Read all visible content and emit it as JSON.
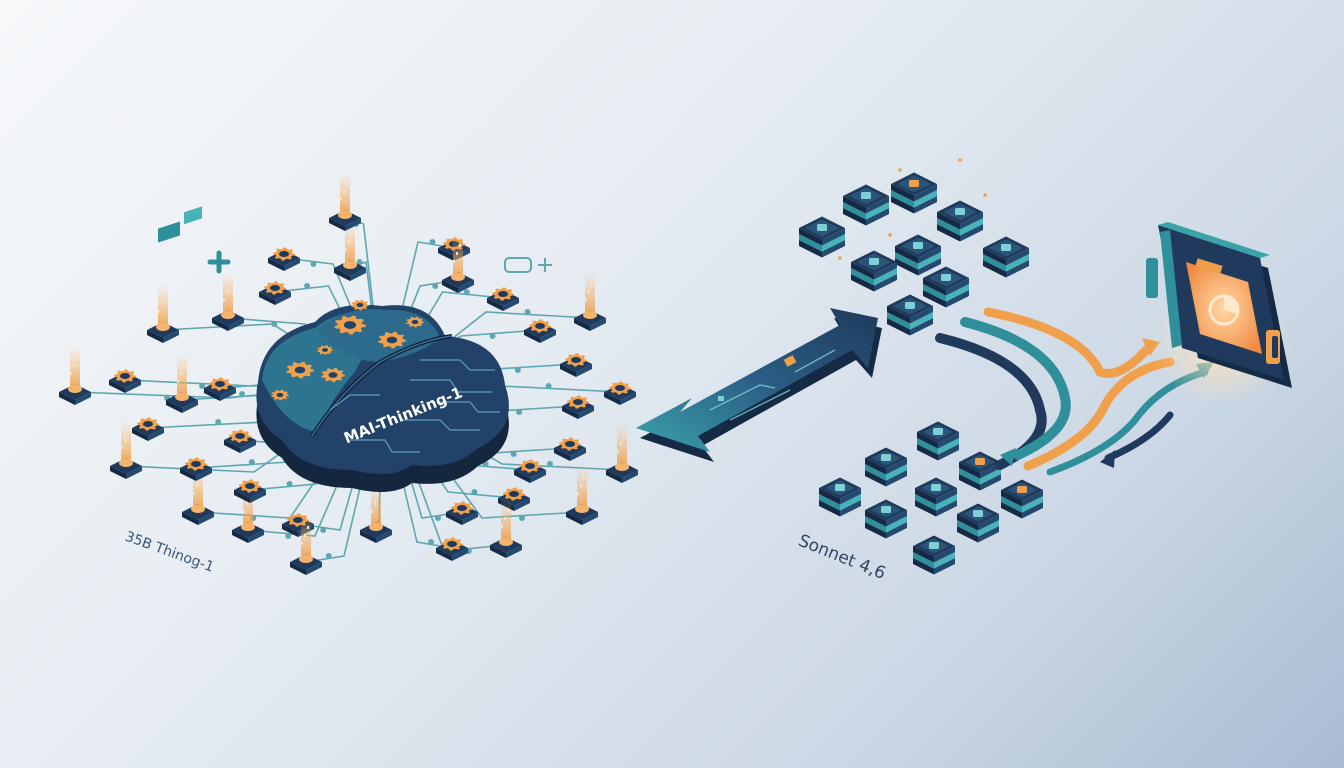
{
  "labels": {
    "brain": "MAI-Thinking-1",
    "left_caption": "35B Thinog-1",
    "right_caption": "Sonnet 4,6"
  },
  "colors": {
    "navy": "#1f3a5c",
    "navy_dark": "#152a45",
    "teal": "#2f8f9a",
    "teal_light": "#48b3b8",
    "orange": "#f0a04a",
    "orange_glow": "#f6b36a",
    "text": "#2e4565"
  },
  "icons": {
    "brain": "brain-gear-icon",
    "arrow": "double-arrow-icon",
    "device": "chip-device-icon"
  }
}
